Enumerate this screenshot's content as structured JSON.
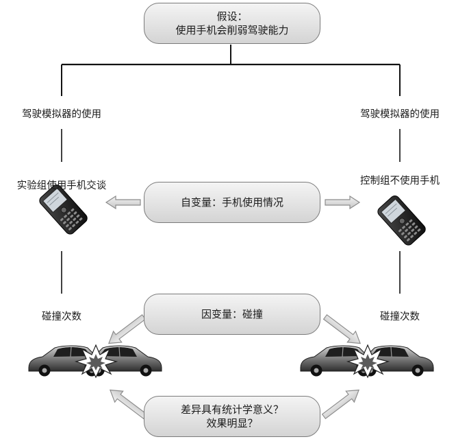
{
  "hypothesis": {
    "line1": "假设：",
    "line2": "使用手机会削弱驾驶能力"
  },
  "left_branch": {
    "simulator": "驾驶模拟器的使用",
    "group": "实验组使用手机交谈",
    "measure": "碰撞次数"
  },
  "right_branch": {
    "simulator": "驾驶模拟器的使用",
    "group": "控制组不使用手机",
    "measure": "碰撞次数"
  },
  "independent_variable": "自变量：手机使用情况",
  "dependent_variable": "因变量：碰撞",
  "question": {
    "line1": "差异具有统计学意义？",
    "line2": "效果明显？"
  },
  "icons": [
    "mobile-phone-icon",
    "car-crash-icon"
  ]
}
